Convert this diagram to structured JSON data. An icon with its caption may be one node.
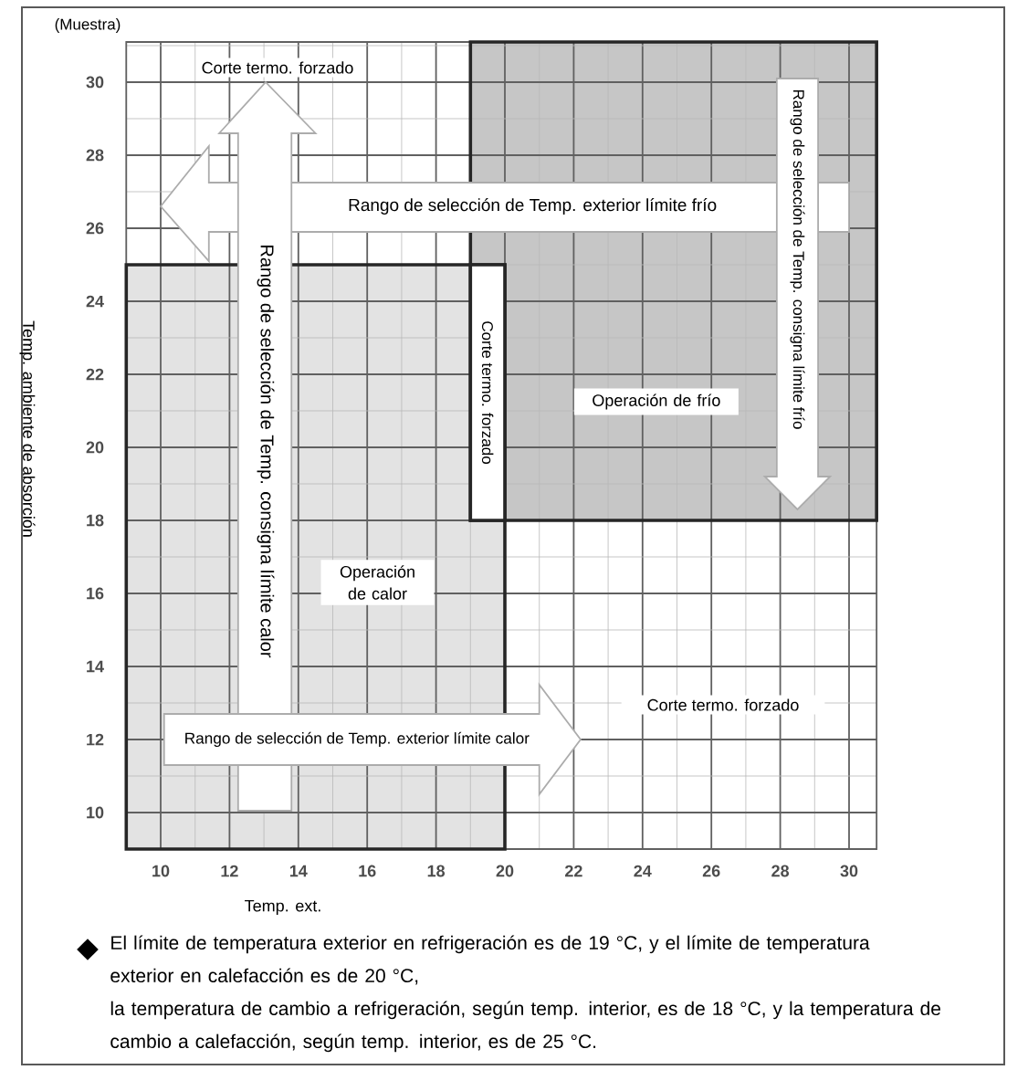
{
  "diagram": {
    "nodes": [
      {
        "text": [
          "Operación de calor"
        ]
      },
      {
        "text": [
          "Operación de frío"
        ]
      },
      {
        "text": [
          "Corte termo. forzado"
        ]
      },
      {
        "text": [
          "Rango de selección de Temp. consigna límite calor"
        ]
      },
      {
        "text": [
          "Rango de selección de Temp. exterior límite frío"
        ]
      },
      {
        "text": [
          "Rango de selección de Temp. consigna límite frío"
        ],
        "in": 1
      },
      {
        "text": [
          "Rango de selección de Temp. exterior límite calor"
        ]
      }
    ],
    "labels": [
      "(Muestra)",
      "Corte termo. forzado",
      "Temp. ambiente de absorción",
      "30",
      "28",
      "26",
      "24",
      "22",
      "20",
      "18",
      "16",
      "14",
      "12",
      "10",
      "Corte termo. forzado",
      "10",
      "12",
      "14",
      "16",
      "18",
      "20",
      "22",
      "24",
      "26",
      "28",
      "30",
      "Temp. ext.",
      "El límite de temperatura exterior en refrigeración es de 19 °C, y el límite de temperatura exterior en calefacción es de 20 °C,",
      "la temperatura de cambio a refrigeración, según temp. interior, es de 18 °C, y la temperatura de cambio a calefacción, según temp. interior, es de 25 °C."
    ]
  }
}
